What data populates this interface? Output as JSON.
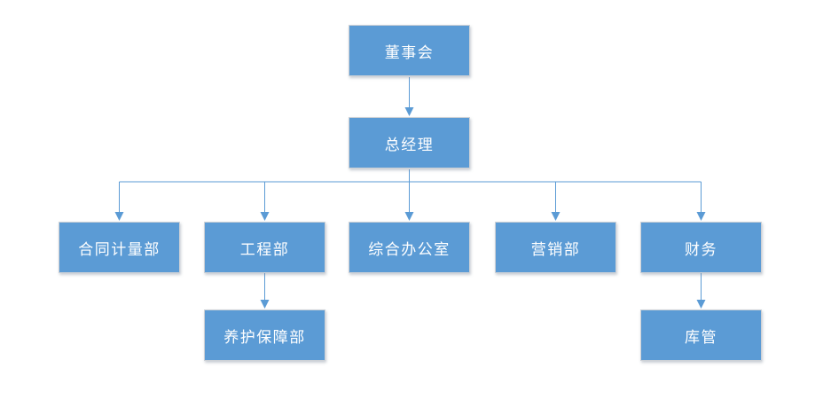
{
  "diagram": {
    "type": "org-chart",
    "colors": {
      "background": "#ffffff",
      "node_fill": "#5b9bd5",
      "node_text": "#ffffff",
      "connector": "#5b9bd5"
    },
    "nodes": {
      "board": {
        "label": "董事会"
      },
      "gm": {
        "label": "总经理"
      },
      "contract": {
        "label": "合同计量部"
      },
      "engineering": {
        "label": "工程部"
      },
      "office": {
        "label": "综合办公室"
      },
      "marketing": {
        "label": "营销部"
      },
      "finance": {
        "label": "财务"
      },
      "maintenance": {
        "label": "养护保障部"
      },
      "warehouse": {
        "label": "库管"
      }
    },
    "edges": [
      {
        "from": "董事会",
        "to": "总经理"
      },
      {
        "from": "总经理",
        "to": "合同计量部"
      },
      {
        "from": "总经理",
        "to": "工程部"
      },
      {
        "from": "总经理",
        "to": "综合办公室"
      },
      {
        "from": "总经理",
        "to": "营销部"
      },
      {
        "from": "总经理",
        "to": "财务"
      },
      {
        "from": "工程部",
        "to": "养护保障部"
      },
      {
        "from": "财务",
        "to": "库管"
      }
    ]
  }
}
